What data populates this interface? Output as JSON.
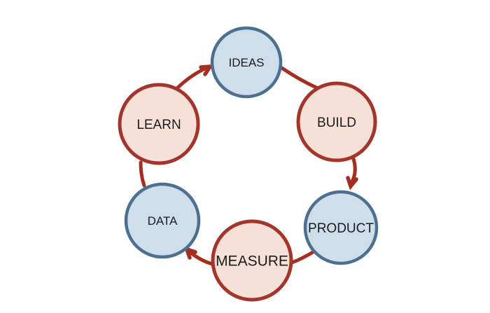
{
  "diagram": {
    "name": "lean-startup-build-measure-learn-loop",
    "background_color": "#ffffff",
    "text_color": "#1c1c1c",
    "arrow_color": "#a52e22",
    "node_styles": {
      "blue": {
        "fill": "#cfdeeb",
        "stroke": "#4d7090"
      },
      "red": {
        "fill": "#f6e1d9",
        "stroke": "#a5352a"
      }
    },
    "nodes": [
      {
        "id": "ideas",
        "label": "IDEAS",
        "style": "blue"
      },
      {
        "id": "build",
        "label": "BUILD",
        "style": "red"
      },
      {
        "id": "product",
        "label": "PRODUCT",
        "style": "blue"
      },
      {
        "id": "measure",
        "label": "MEASURE",
        "style": "red"
      },
      {
        "id": "data",
        "label": "DATA",
        "style": "blue"
      },
      {
        "id": "learn",
        "label": "LEARN",
        "style": "red"
      }
    ],
    "edges": [
      {
        "from": "learn",
        "to": "ideas",
        "arrowhead": true
      },
      {
        "from": "ideas",
        "to": "build",
        "arrowhead": false
      },
      {
        "from": "build",
        "to": "product",
        "arrowhead": true
      },
      {
        "from": "product",
        "to": "measure",
        "arrowhead": false
      },
      {
        "from": "measure",
        "to": "data",
        "arrowhead": true
      },
      {
        "from": "data",
        "to": "learn",
        "arrowhead": false
      }
    ]
  }
}
